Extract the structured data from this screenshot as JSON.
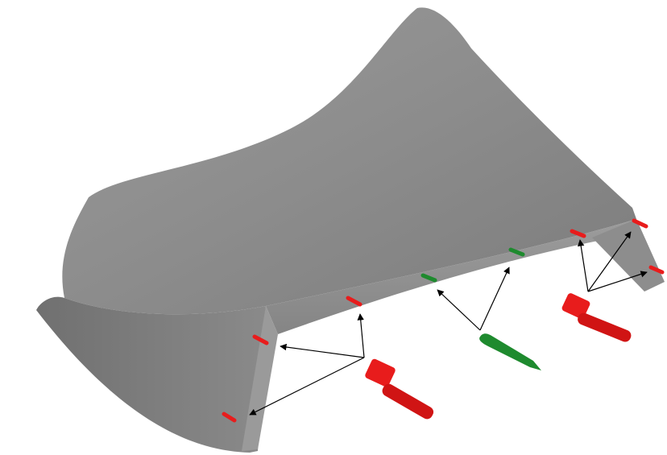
{
  "diagram": {
    "part_color": "#8a8a8a",
    "bolt_color": "#e81c1c",
    "pin_color": "#1e8a2e",
    "arrow_color": "#000000",
    "background": "#ffffff",
    "callout_groups": [
      {
        "fastener": "bolt",
        "color_key": "bolt_color",
        "holes": 3
      },
      {
        "fastener": "pin",
        "color_key": "pin_color",
        "holes": 2
      },
      {
        "fastener": "bolt",
        "color_key": "bolt_color",
        "holes": 3
      }
    ]
  }
}
